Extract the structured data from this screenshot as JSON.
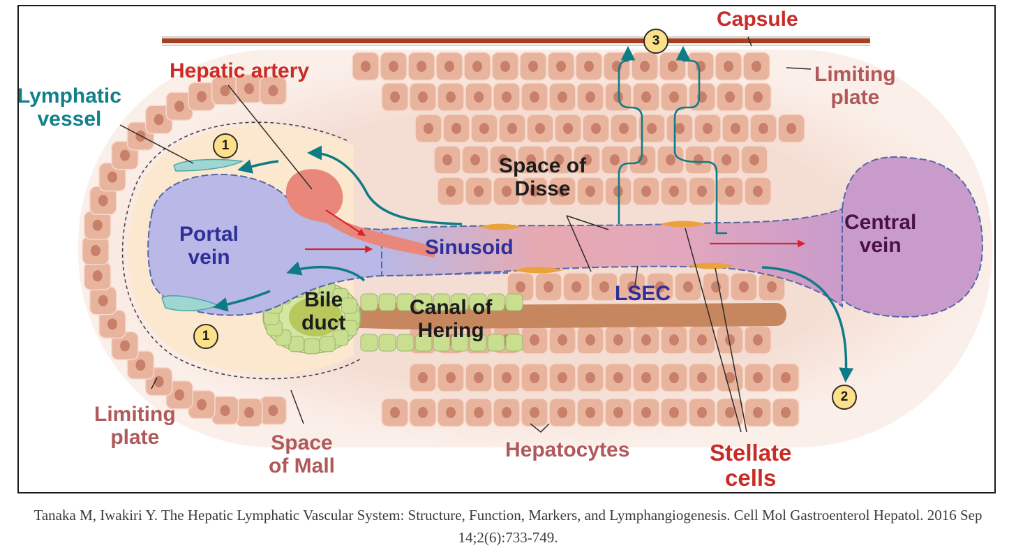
{
  "diagram": {
    "labels": {
      "capsule": "Capsule",
      "hepatic_artery": "Hepatic artery",
      "lymphatic_vessel": "Lymphatic\nvessel",
      "limiting_plate_right": "Limiting\nplate",
      "space_of_disse": "Space of\nDisse",
      "portal_vein": "Portal\nvein",
      "sinusoid": "Sinusoid",
      "central_vein": "Central\nvein",
      "bile_duct": "Bile\nduct",
      "canal_of_hering": "Canal of\nHering",
      "lsec": "LSEC",
      "limiting_plate_left": "Limiting\nplate",
      "space_of_mall": "Space\nof Mall",
      "hepatocytes": "Hepatocytes",
      "stellate_cells": "Stellate\ncells"
    },
    "badges": {
      "lymph_route_1_top": "1",
      "lymph_route_1_bottom": "1",
      "lymph_route_2": "2",
      "lymph_route_3": "3"
    },
    "colors": {
      "capsule": "#a63f1f",
      "hepatocyte": "#e8b49e",
      "hepatocyte_nucleus": "#c9806a",
      "portal_vein": "#b8b8e6",
      "central_vein": "#c99bcb",
      "hepatic_artery": "#e8877a",
      "bile_duct": "#c9de8f",
      "canal_of_hering": "#c7875e",
      "lymphatic_vessel": "#9fd6d2",
      "flow_arrow_teal": "#0e7c86",
      "flow_arrow_red": "#d7232f",
      "stellate_cell": "#e9a23c",
      "lsec": "#5566a8",
      "background_halo": "#f6e1d8"
    }
  },
  "citation": "Tanaka M, Iwakiri Y. The Hepatic Lymphatic Vascular System: Structure, Function, Markers, and Lymphangiogenesis. Cell Mol Gastroenterol Hepatol. 2016 Sep 14;2(6):733-749."
}
